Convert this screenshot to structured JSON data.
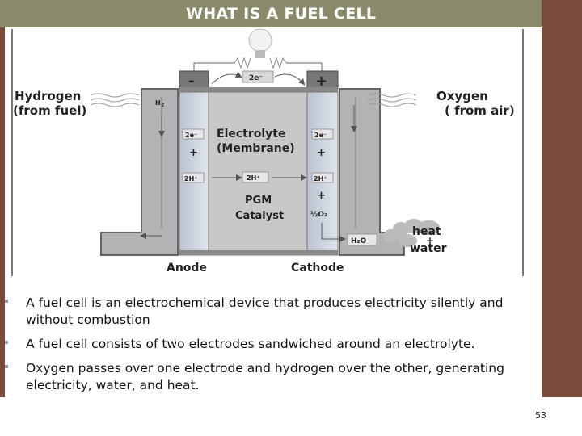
{
  "slide": {
    "title": "WHAT IS A FUEL CELL",
    "page_number": "53"
  },
  "diagram": {
    "hydrogen_label": "Hydrogen",
    "hydrogen_sub": "(from fuel)",
    "oxygen_label": "Oxygen",
    "oxygen_sub": "( from air)",
    "h2_label": "H",
    "h2_sub": "2",
    "electrolyte_label": "Electrolyte",
    "membrane_label": "(Membrane)",
    "catalyst_label_1": "PGM",
    "catalyst_label_2": "Catalyst",
    "anode_label": "Anode",
    "cathode_label": "Cathode",
    "minus_label": "-",
    "plus_label": "+",
    "top_electrons": "2e⁻",
    "left_electrons": "2e⁻",
    "left_plus": "+",
    "left_protons": "2H⁺",
    "middle_protons": "2H⁺",
    "right_electrons": "2e⁻",
    "right_plus_1": "+",
    "right_protons": "2H⁺",
    "right_plus_2": "+",
    "half_o2": "½O₂",
    "water_label": "H₂O",
    "heat_label": "heat",
    "heat_plus": "+",
    "water_out_label": "water"
  },
  "bullets": [
    "A fuel cell is an electrochemical device that produces electricity silently and without combustion",
    "A fuel cell consists of two electrodes sandwiched around an electrolyte.",
    "Oxygen passes over one electrode and hydrogen over the other, generating electricity, water, and heat."
  ]
}
